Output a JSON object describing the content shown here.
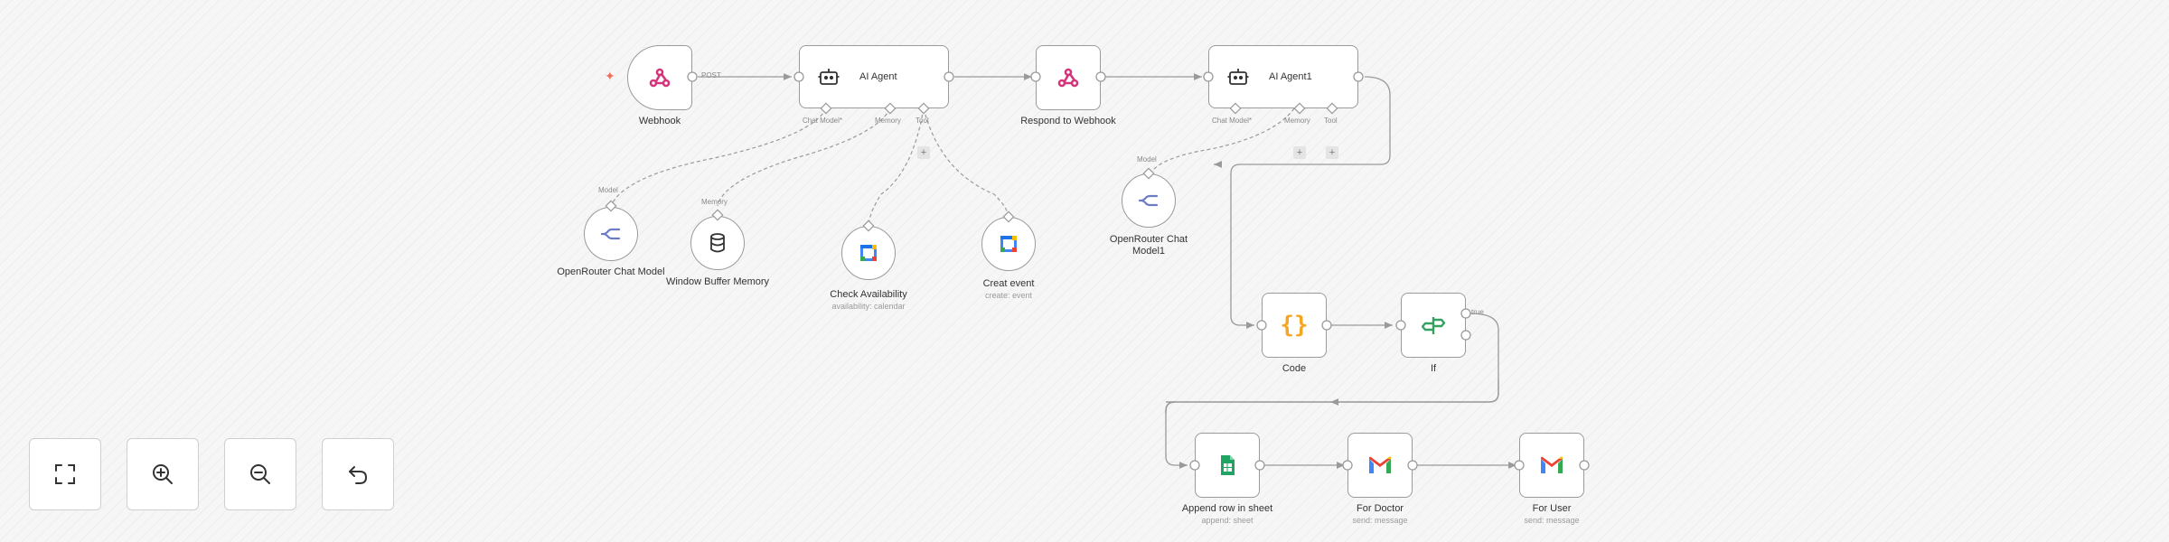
{
  "nodes": {
    "webhook": {
      "label": "Webhook",
      "icon": "webhook-icon",
      "port": "POST"
    },
    "ai_agent": {
      "label": "AI Agent",
      "icon": "robot-icon"
    },
    "respond": {
      "label": "Respond to Webhook",
      "icon": "webhook-icon"
    },
    "ai_agent1": {
      "label": "AI Agent1",
      "icon": "robot-icon"
    },
    "openrouter": {
      "label": "OpenRouter Chat Model",
      "icon": "openrouter-icon"
    },
    "window_buffer": {
      "label": "Window Buffer Memory",
      "icon": "database-icon"
    },
    "check_availability": {
      "label": "Check Availability",
      "sub": "availability: calendar",
      "icon": "google-calendar-icon"
    },
    "creat_event": {
      "label": "Creat event",
      "sub": "create: event",
      "icon": "google-calendar-icon"
    },
    "openrouter1": {
      "label": "OpenRouter Chat Model1",
      "icon": "openrouter-icon"
    },
    "code": {
      "label": "Code",
      "icon": "code-braces-icon"
    },
    "if": {
      "label": "If",
      "icon": "if-signpost-icon",
      "port_true": "true"
    },
    "append_row": {
      "label": "Append row in sheet",
      "sub": "append: sheet",
      "icon": "google-sheets-icon"
    },
    "for_doctor": {
      "label": "For Doctor",
      "sub": "send: message",
      "icon": "gmail-icon"
    },
    "for_user": {
      "label": "For User",
      "sub": "send: message",
      "icon": "gmail-icon"
    }
  },
  "ports": {
    "chat_model": "Chat Model*",
    "memory": "Memory",
    "tool": "Tool",
    "model": "Model"
  },
  "controls": {
    "fit": "fit-view-icon",
    "zoom_in": "zoom-in-icon",
    "zoom_out": "zoom-out-icon",
    "reset": "undo-icon"
  },
  "colors": {
    "node_border": "#9a9a9a",
    "wire": "#9a9a9a",
    "trigger_star": "#f07060",
    "webhook_pink": "#d4357a",
    "code_orange": "#f5a623",
    "if_green": "#35a160",
    "sheets_green": "#1fa463",
    "gmail_red": "#ea4335",
    "gmail_blue": "#4285f4"
  }
}
